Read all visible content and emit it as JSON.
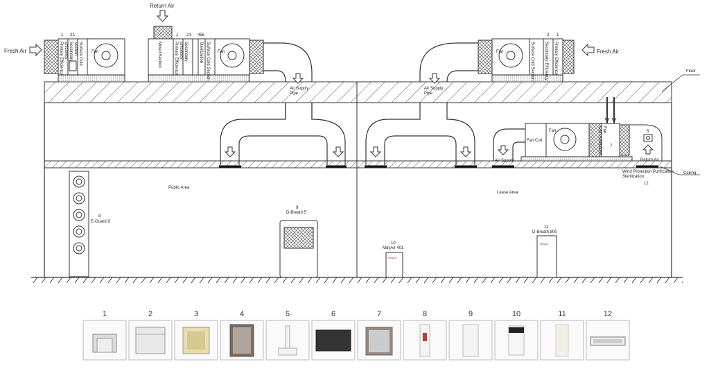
{
  "labels": {
    "return_air_top": "Return Air",
    "fresh_air_left": "Fresh Air",
    "fresh_air_right": "Fresh Air",
    "floor": "Floor",
    "ceiling": "Ceiling",
    "air_supply_pipe_left": "Air Supply\nPipe",
    "air_supply_pipe_right": "Air Supply\nPipe",
    "public_area": "Public Area",
    "lease_area": "Lease Area",
    "fan": "Fan",
    "fan_coil": "Fan Coil",
    "air_supply": "Air Supply",
    "return_air_lease": "Return Air",
    "wind_protection": "Wind Protection Purification\nSterilization",
    "coil_purification": "Fan\nCoil Purification",
    "primary_efficiency": "Primary Efficiency",
    "secondary_efficiency": "Secondary\nEfficiency",
    "surface_cold_section": "Surface Cold\nSection",
    "mixed_section": "Mixed Section",
    "sterilization": "Sterilization",
    "surface_cold_section_2": "Surface Cold Section",
    "secondary_efficiency_r": "Secondary Efficiency",
    "primary_efficiency_r": "Primary Efficiency"
  },
  "unit_numbers": {
    "left_1": "1",
    "left_2": "2",
    "left_1b": "1",
    "mid_1": "1",
    "mid_2": "2",
    "mid_3": "3",
    "mid_456": "456",
    "right_2": "2",
    "right_1": "1",
    "lease_5": "5",
    "lease_7": "7",
    "lease_12": "12"
  },
  "devices": [
    {
      "num": "8",
      "name": "E-Guard 9"
    },
    {
      "num": "9",
      "name": "D-Breath 5"
    },
    {
      "num": "10",
      "name": "MayAir 401"
    },
    {
      "num": "11",
      "name": "D-Breath 800"
    }
  ],
  "thumbnails": [
    "1",
    "2",
    "3",
    "4",
    "5",
    "6",
    "7",
    "8",
    "9",
    "10",
    "11",
    "12"
  ],
  "brand_mark": "MayAir",
  "colors": {
    "line": "#333333",
    "hatch": "#555555",
    "thumb_border": "#bbbbbb",
    "filter_dot": "#9a9a9a"
  }
}
